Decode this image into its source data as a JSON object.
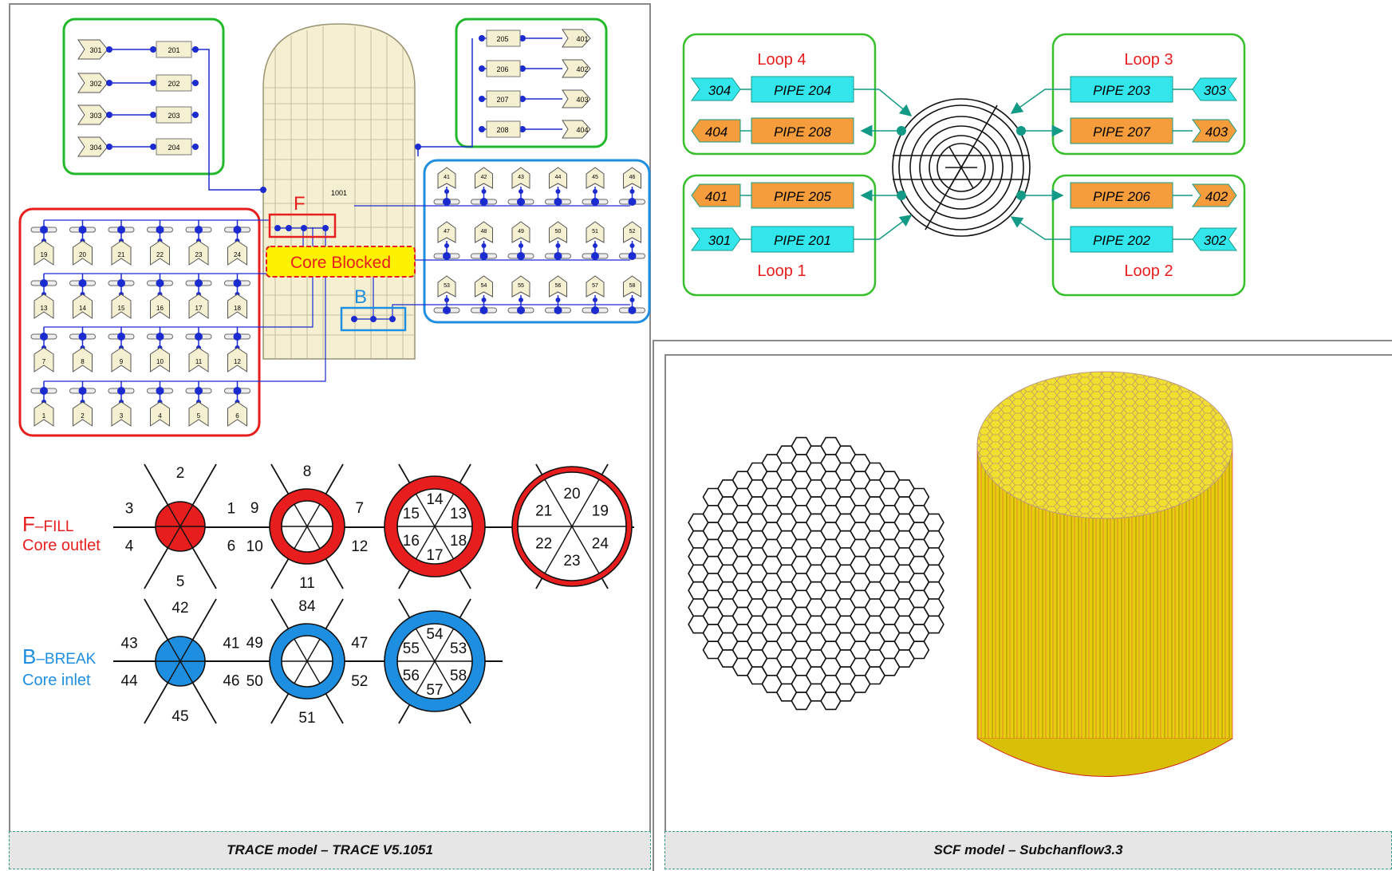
{
  "left_panel": {
    "caption": "TRACE model – TRACE V5.1051",
    "vessel_id": "1001",
    "inlet_fills": [
      "301",
      "302",
      "303",
      "304"
    ],
    "inlet_pipes": [
      "201",
      "202",
      "203",
      "204"
    ],
    "outlet_pipes": [
      "205",
      "206",
      "207",
      "208"
    ],
    "outlet_breaks": [
      "401",
      "402",
      "403",
      "404"
    ],
    "fill_grid_rows": [
      [
        "19",
        "20",
        "21",
        "22",
        "23",
        "24"
      ],
      [
        "13",
        "14",
        "15",
        "16",
        "17",
        "18"
      ],
      [
        "7",
        "8",
        "9",
        "10",
        "11",
        "12"
      ],
      [
        "1",
        "2",
        "3",
        "4",
        "5",
        "6"
      ]
    ],
    "break_grid_rows": [
      [
        "41",
        "42",
        "43",
        "44",
        "45",
        "46"
      ],
      [
        "47",
        "48",
        "49",
        "50",
        "51",
        "52"
      ],
      [
        "53",
        "54",
        "55",
        "56",
        "57",
        "58"
      ]
    ],
    "fill_marker": "F",
    "break_marker": "B",
    "core_blocked_label": "Core Blocked",
    "fill_legend": {
      "title": "F",
      "title_suffix": "–FILL",
      "subtitle": "Core outlet"
    },
    "break_legend": {
      "title": "B",
      "title_suffix": "–BREAK",
      "subtitle": "Core inlet"
    },
    "fill_discs": {
      "disc1": [
        "1",
        "2",
        "3",
        "4",
        "5",
        "6"
      ],
      "disc2": [
        "7",
        "8",
        "9",
        "10",
        "11",
        "12"
      ],
      "disc3": [
        "13",
        "14",
        "15",
        "16",
        "17",
        "18"
      ],
      "disc4": [
        "19",
        "20",
        "21",
        "22",
        "23",
        "24"
      ]
    },
    "break_discs": {
      "disc1": [
        "41",
        "42",
        "43",
        "44",
        "45",
        "46"
      ],
      "disc2": [
        "47",
        "84",
        "49",
        "50",
        "51",
        "52"
      ],
      "disc3": [
        "53",
        "54",
        "55",
        "56",
        "57",
        "58"
      ]
    }
  },
  "loop_diagram": {
    "loops": [
      {
        "label": "Loop 4",
        "in_fill": "304",
        "in_pipe": "PIPE 204",
        "out_break": "404",
        "out_pipe": "PIPE 208"
      },
      {
        "label": "Loop 3",
        "in_fill": "303",
        "in_pipe": "PIPE 203",
        "out_break": "403",
        "out_pipe": "PIPE 207"
      },
      {
        "label": "Loop 1",
        "in_fill": "301",
        "in_pipe": "PIPE 201",
        "out_break": "401",
        "out_pipe": "PIPE 205"
      },
      {
        "label": "Loop 2",
        "in_fill": "302",
        "in_pipe": "PIPE 202",
        "out_break": "402",
        "out_pipe": "PIPE 206"
      }
    ],
    "colors": {
      "inlet": "#33e6ec",
      "outlet": "#f59c3c",
      "box_border": "#37c02c",
      "loop_label": "#e81e1e",
      "arrow": "#139a86"
    }
  },
  "right_panel": {
    "caption": "SCF model – Subchanflow3.3"
  },
  "colors": {
    "fill_red": "#e81e1e",
    "break_blue": "#1e8fe0",
    "border_green": "#22b82b",
    "node_blue": "#1b2bd0"
  }
}
